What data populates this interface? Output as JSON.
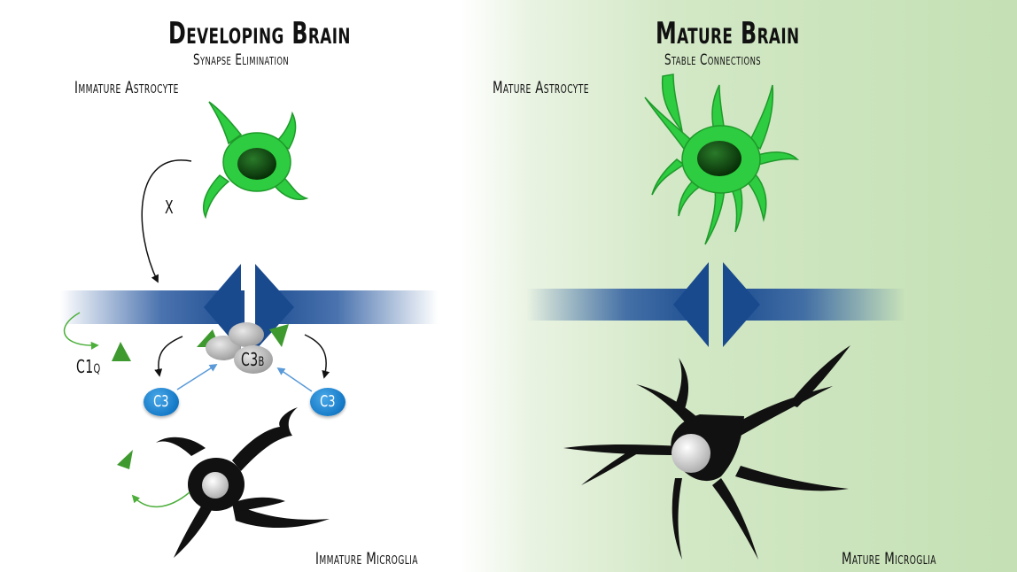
{
  "left": {
    "title": "Developing Brain",
    "subtitle": "Synapse Elimination",
    "astrocyte_label": "Immature Astrocyte",
    "microglia_label": "Immature Microglia",
    "signal_label": "X",
    "c1q_label": "C1q",
    "c3_label": "C3",
    "c3b_label": "C3b"
  },
  "right": {
    "title": "Mature Brain",
    "subtitle": "Stable Connections",
    "astrocyte_label": "Mature Astrocyte",
    "microglia_label": "Mature Microglia"
  },
  "colors": {
    "astrocyte": "#2ecc40",
    "synapse": "#1a4a8e",
    "c1q": "#3e9a2e",
    "c3": "#1479c7",
    "microglia": "#111111",
    "mature_background": "#c4e0b4"
  }
}
